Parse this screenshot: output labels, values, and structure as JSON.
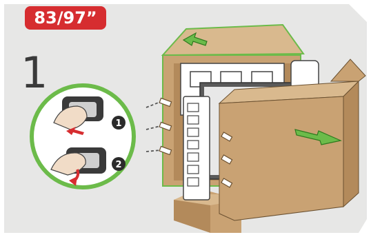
{
  "size_badge": {
    "text": "83/97”",
    "color": "#d62d30"
  },
  "step_number": "1",
  "substeps": [
    {
      "label": "1",
      "icon": "circle-number-1"
    },
    {
      "label": "2",
      "icon": "circle-number-2"
    }
  ],
  "colors": {
    "background_panel": "#e7e7e6",
    "carton": "#c9a273",
    "carton_dark": "#b38a5b",
    "accent_green": "#6cbb4a",
    "arrow_red": "#d62d30"
  }
}
